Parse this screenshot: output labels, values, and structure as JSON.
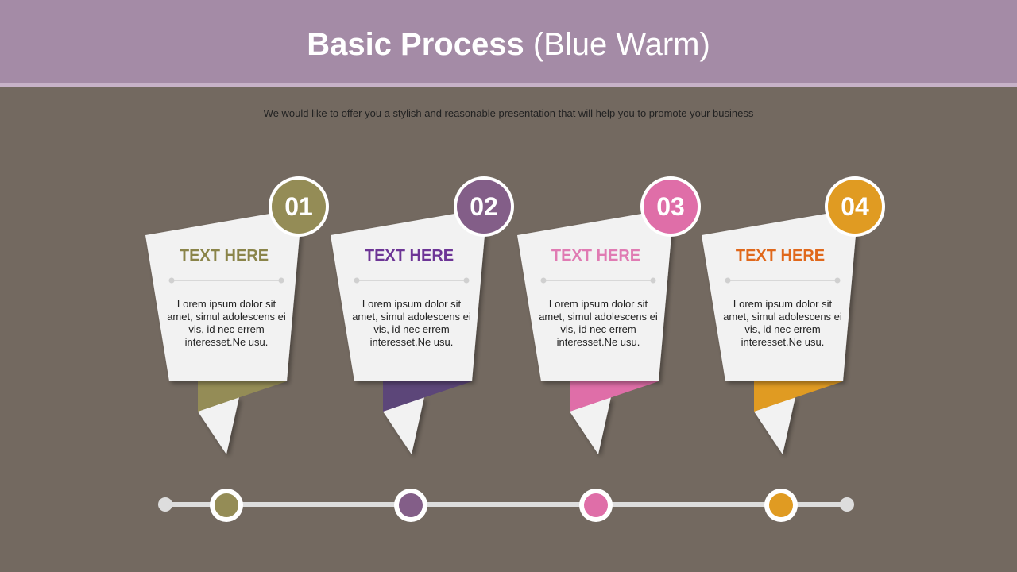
{
  "header": {
    "title_bold": "Basic Process",
    "title_light": "(Blue Warm)"
  },
  "subtitle": "We would like to offer you a stylish and reasonable presentation that will help you to promote your business",
  "steps": [
    {
      "number": "01",
      "title": "TEXT HERE",
      "body": "Lorem ipsum dolor sit amet, simul adolescens ei vis, id nec errem interesset.Ne usu.",
      "color": "#948c56",
      "title_color": "#8a8449",
      "tab_color": "#948c56"
    },
    {
      "number": "02",
      "title": "TEXT HERE",
      "body": "Lorem ipsum dolor sit amet, simul adolescens ei vis, id nec errem interesset.Ne usu.",
      "color": "#835e88",
      "title_color": "#6d3596",
      "tab_color": "#5c4679"
    },
    {
      "number": "03",
      "title": "TEXT HERE",
      "body": "Lorem ipsum dolor sit amet, simul adolescens ei vis, id nec errem interesset.Ne usu.",
      "color": "#df6ea8",
      "title_color": "#e07bb3",
      "tab_color": "#df6ea8"
    },
    {
      "number": "04",
      "title": "TEXT HERE",
      "body": "Lorem ipsum dolor sit amet, simul adolescens ei vis, id nec errem interesset.Ne usu.",
      "color": "#e09b22",
      "title_color": "#e0681b",
      "tab_color": "#e09b22"
    }
  ],
  "colors": {
    "background": "#736960",
    "header": "#a48ba6",
    "card": "#f2f2f2",
    "timeline": "#dddddd"
  }
}
